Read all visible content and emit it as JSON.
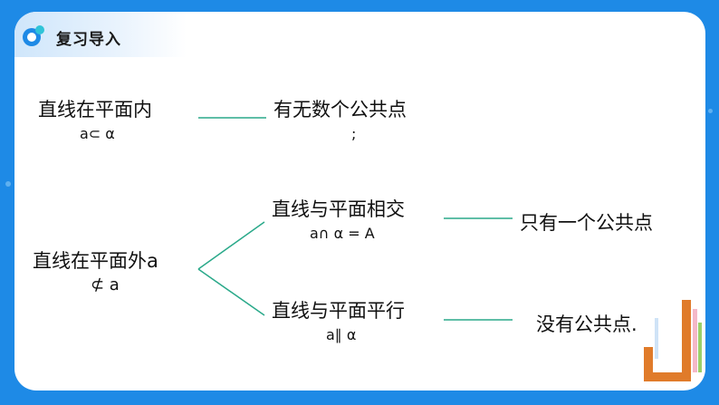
{
  "header": {
    "title": "复习导入"
  },
  "inside": {
    "title": "直线在平面内",
    "notation": "a⊂ α",
    "result": "有无数个公共点",
    "result_mark": ";"
  },
  "outside": {
    "title": "直线在平面外a",
    "notation": "⊄ a"
  },
  "intersect": {
    "title": "直线与平面相交",
    "notation": "a∩ α = A",
    "result": "只有一个公共点"
  },
  "parallel": {
    "title": "直线与平面平行",
    "notation": "a∥ α",
    "result": "没有公共点."
  },
  "colors": {
    "background": "#1e8ae6",
    "line": "#2aa98a",
    "header_band": "#cfe6fb"
  }
}
